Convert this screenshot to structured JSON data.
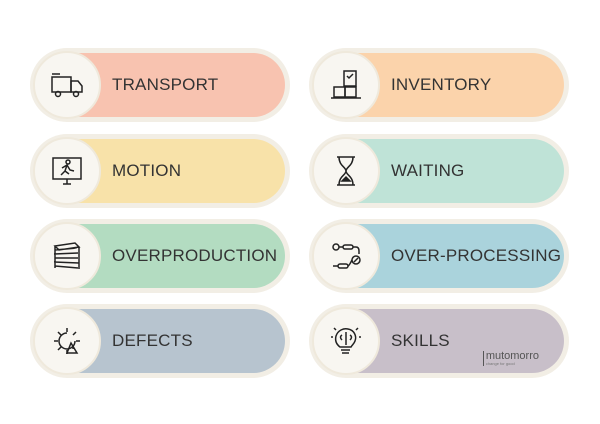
{
  "items": [
    {
      "label": "TRANSPORT",
      "icon": "truck-icon",
      "color": "#f8c3b0"
    },
    {
      "label": "INVENTORY",
      "icon": "inventory-boxes-icon",
      "color": "#fbd3ab"
    },
    {
      "label": "MOTION",
      "icon": "running-person-screen-icon",
      "color": "#f8e2a9"
    },
    {
      "label": "WAITING",
      "icon": "hourglass-icon",
      "color": "#bfe3d7"
    },
    {
      "label": "OVERPRODUCTION",
      "icon": "paper-stack-icon",
      "color": "#b3dcc1"
    },
    {
      "label": "OVER-PROCESSING",
      "icon": "process-flow-icon",
      "color": "#aad3dc"
    },
    {
      "label": "DEFECTS",
      "icon": "broken-gear-icon",
      "color": "#b7c4cf"
    },
    {
      "label": "SKILLS",
      "icon": "lightbulb-brain-icon",
      "color": "#c8bfc9"
    }
  ],
  "logo": {
    "name": "mutomorro",
    "tagline": "change for good"
  }
}
